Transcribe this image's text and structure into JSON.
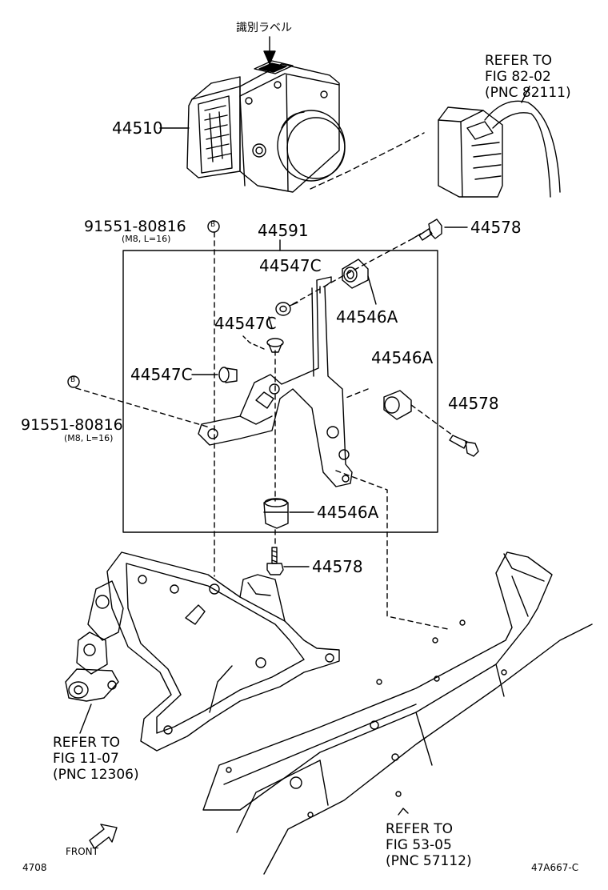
{
  "labels": {
    "id_label": "識別ラベル",
    "part_44510": "44510",
    "part_44591": "44591",
    "part_44547c_a": "44547C",
    "part_44547c_b": "44547C",
    "part_44547c_c": "44547C",
    "part_44546a_a": "44546A",
    "part_44546a_b": "44546A",
    "part_44546a_c": "44546A",
    "part_44578_a": "44578",
    "part_44578_b": "44578",
    "part_44578_c": "44578",
    "bolt_top": "91551-80816",
    "bolt_top_spec": "(M8, L=16)",
    "bolt_left": "91551-80816",
    "bolt_left_spec": "(M8, L=16)",
    "ref_b_marker_1": "B",
    "ref_b_marker_2": "B",
    "front": "FRONT",
    "footer_left": "4708",
    "footer_right": "47A667-C"
  },
  "references": {
    "fig_82_02": "REFER TO\nFIG 82-02\n(PNC 82111)",
    "fig_11_07": "REFER TO\nFIG 11-07\n(PNC 12306)",
    "fig_53_05": "REFER TO\nFIG 53-05\n(PNC 57112)"
  },
  "colors": {
    "line": "#000000",
    "background": "#ffffff"
  }
}
